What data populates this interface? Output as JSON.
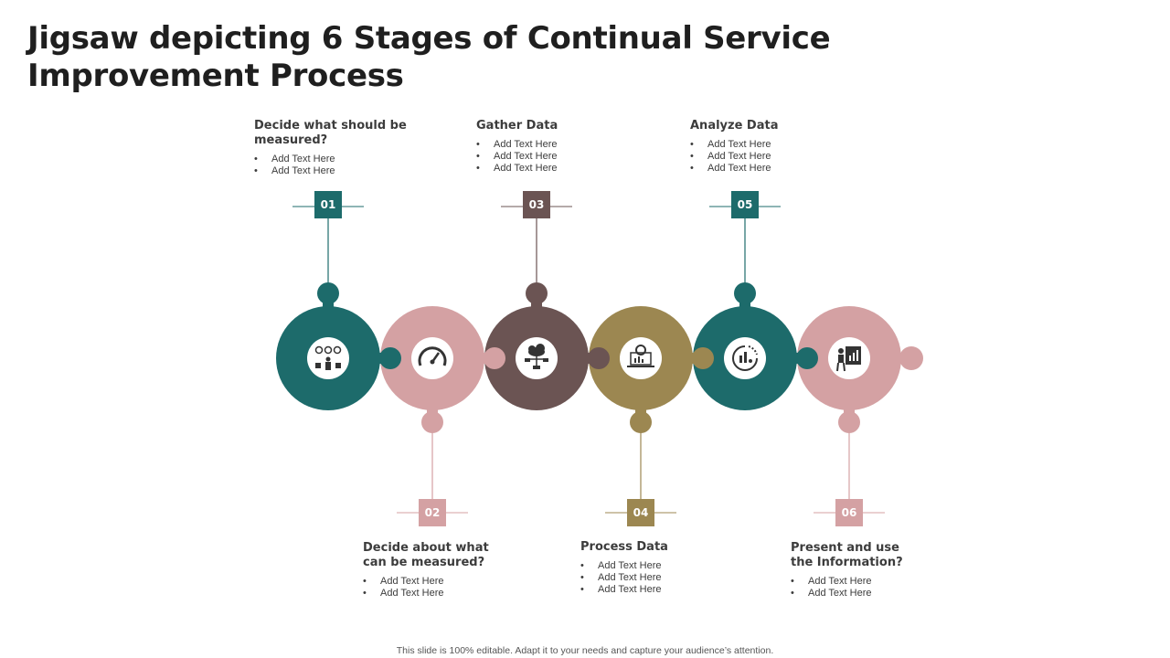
{
  "title": "Jigsaw depicting 6 Stages of Continual Service Improvement Process",
  "colors": {
    "teal": "#1d6b6b",
    "pink": "#d4a1a3",
    "brown": "#6b5453",
    "olive": "#9c8751"
  },
  "stages": [
    {
      "number": "01",
      "heading": "Decide what should be measured?",
      "items": [
        "Add Text Here",
        "Add Text Here"
      ],
      "color": "#1d6b6b",
      "icon": "people-voting-icon"
    },
    {
      "number": "02",
      "heading": "Decide about what can be measured?",
      "items": [
        "Add Text Here",
        "Add Text Here"
      ],
      "color": "#d4a1a3",
      "icon": "speedometer-icon"
    },
    {
      "number": "03",
      "heading": "Gather Data",
      "items": [
        "Add Text Here",
        "Add Text Here",
        "Add Text Here"
      ],
      "color": "#6b5453",
      "icon": "cloud-network-icon"
    },
    {
      "number": "04",
      "heading": "Process Data",
      "items": [
        "Add Text Here",
        "Add Text Here",
        "Add Text Here"
      ],
      "color": "#9c8751",
      "icon": "laptop-gear-icon"
    },
    {
      "number": "05",
      "heading": "Analyze Data",
      "items": [
        "Add Text Here",
        "Add Text Here",
        "Add Text Here"
      ],
      "color": "#1d6b6b",
      "icon": "chart-refresh-icon"
    },
    {
      "number": "06",
      "heading": "Present and use the Information?",
      "items": [
        "Add Text Here",
        "Add Text Here"
      ],
      "color": "#d4a1a3",
      "icon": "presentation-board-icon"
    }
  ],
  "footer": "This slide is 100% editable. Adapt it to your needs and capture your audience’s attention."
}
